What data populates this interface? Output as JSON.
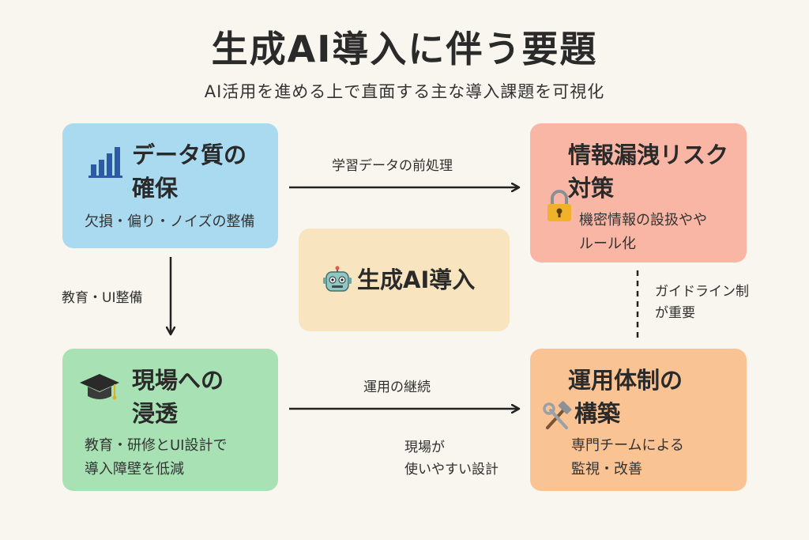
{
  "title": "生成AI導入に伴う要題",
  "subtitle": "AI活用を進める上で直面する主な導入課題を可視化",
  "center": {
    "label": "生成AI導入",
    "icon": "robot-icon"
  },
  "boxes": {
    "data_quality": {
      "title_line1": "データ質の",
      "title_line2": "確保",
      "desc": "欠損・偏り・ノイズの整備",
      "icon": "bar-chart-icon",
      "color": "#a9daf0"
    },
    "leak_risk": {
      "title_line1": "情報漏洩リスク",
      "title_line2": "対策",
      "desc_line1": "機密情報の設扱やや",
      "desc_line2": "ルール化",
      "icon": "lock-icon",
      "color": "#f9b6a4"
    },
    "field_adoption": {
      "title_line1": "現場への",
      "title_line2": "浸透",
      "desc_line1": "教育・研修とUI設計で",
      "desc_line2": "導入障壁を低減",
      "icon": "graduation-cap-icon",
      "color": "#a8e2b4"
    },
    "operation": {
      "title_line1": "運用体制の",
      "title_line2": "構築",
      "desc_line1": "専門チームによる",
      "desc_line2": "監視・改善",
      "icon": "tools-icon",
      "color": "#f9c394"
    }
  },
  "edge_labels": {
    "preprocessing": "学習データの前処理",
    "education": "教育・UI整備",
    "guideline_line1": "ガイドライン制",
    "guideline_line2": "が重要",
    "continuation": "運用の継続",
    "usable_line1": "現場が",
    "usable_line2": "使いやすい設計"
  },
  "colors": {
    "background": "#f9f6ef",
    "center_box": "#f8e4bf",
    "arrow": "#222222"
  }
}
